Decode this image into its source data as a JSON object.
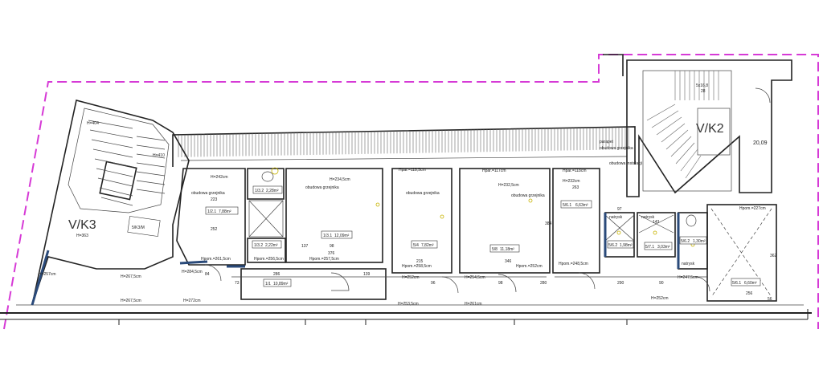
{
  "plan": {
    "stairs": [
      {
        "id": "V/K3",
        "height": "H=363",
        "h1": "H=404",
        "h2": "H=410"
      },
      {
        "id": "V/K2",
        "steps": "5x16,8",
        "count": "28",
        "level": "20,09"
      },
      {
        "id": "5/K3/M"
      }
    ],
    "rooms": [
      {
        "label": "1/2.1",
        "area": "7,88m²"
      },
      {
        "label": "1/3.2",
        "area": "2,28m²"
      },
      {
        "label": "1/3.1",
        "area": "12,09m²"
      },
      {
        "label": "1/3.2",
        "area": "2,22m²"
      },
      {
        "label": "1/1",
        "area": "10,89m²"
      },
      {
        "label": "5/4",
        "area": "7,82m²"
      },
      {
        "label": "5/8",
        "area": "11,18m²"
      },
      {
        "label": "5/6.1",
        "area": "6,63m²"
      },
      {
        "label": "5/6.2",
        "area": "1,98m²"
      },
      {
        "label": "5/7.1",
        "area": "3,03m²"
      },
      {
        "label": "5/6.2",
        "area": "1,30m²"
      },
      {
        "label": "5/6.1",
        "area": "6,60m²"
      }
    ],
    "heights": [
      "H=257cm",
      "H=267,5cm",
      "H=267,5cm",
      "H=272cm",
      "H=284,5cm",
      "Hpom.=261,5cm",
      "Hpom.=256,5cm",
      "Hpom.=257,5cm",
      "H=252cm",
      "H=253,5cm",
      "Hpom.=258,5cm",
      "H=254,5cm",
      "H=261cm",
      "Hpom.=252cm",
      "Hpom.=248,5cm",
      "H=247,5cm",
      "H=252cm",
      "Hpom.=227cm",
      "H=242cm",
      "H=234,5cm",
      "H=232,5cm",
      "H=232cm",
      "Hpar.=118,5cm",
      "Hpar.=117cm",
      "Hpar.=118cm"
    ],
    "notes": [
      "obudowa grzejnika",
      "obudowa grzejnika",
      "obudowa grzejnika",
      "obudowa grzejnika",
      "parapet",
      "obudowa grzejnika",
      "obudowa instalacji",
      "natrysk",
      "natrysk",
      "natrysk"
    ],
    "dimensions": [
      "223",
      "252",
      "286",
      "376",
      "137",
      "98",
      "139",
      "215",
      "346",
      "280",
      "263",
      "384",
      "290",
      "362",
      "256",
      "97",
      "143",
      "90",
      "98",
      "84",
      "73",
      "96",
      "56"
    ]
  }
}
